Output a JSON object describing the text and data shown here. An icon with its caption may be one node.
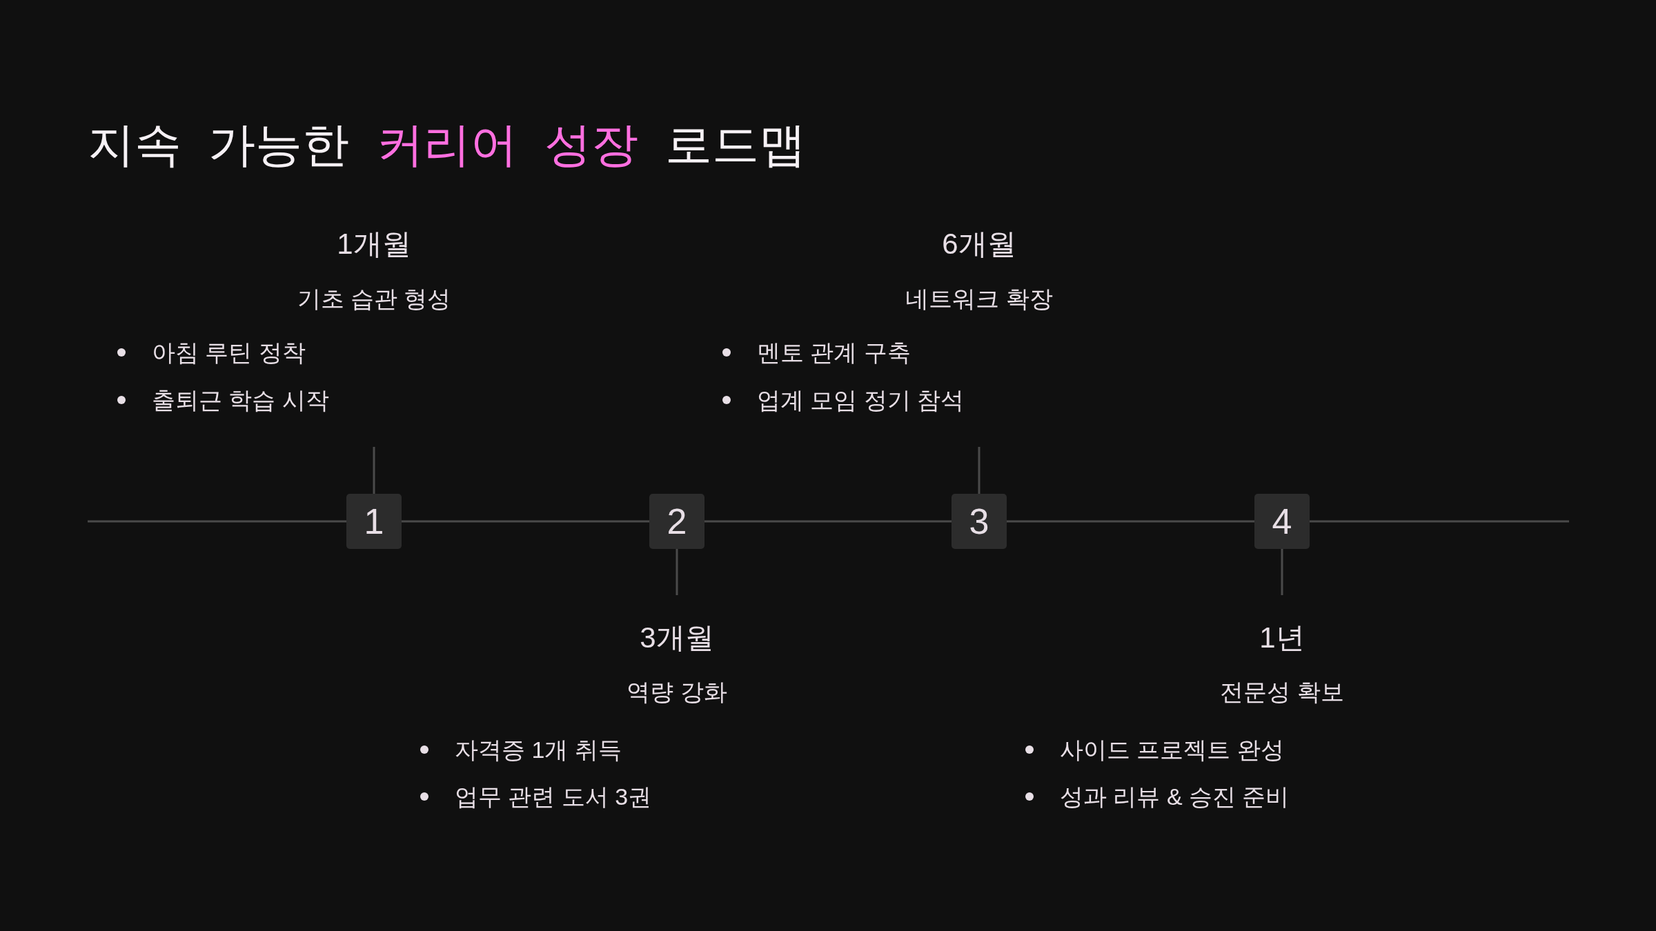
{
  "diagram": {
    "title": "지속 가능한 커리어 성장 로드맵",
    "nodes": [
      {
        "text": [
          "1개월",
          "기초 습관 형성",
          "아침 루틴 정착",
          "출퇴근 학습 시작"
        ]
      },
      {
        "text": [
          "6개월",
          "네트워크 확장",
          "멘토 관계 구축",
          "업계 모임 정기 참석"
        ]
      },
      {
        "text": [
          "1"
        ]
      },
      {
        "text": [
          "2"
        ]
      },
      {
        "text": [
          "3"
        ]
      },
      {
        "text": [
          "4"
        ]
      },
      {
        "text": [
          "3개월",
          "역량 강화",
          "자격증 1개 취득",
          "업무 관련 도서 3권"
        ]
      },
      {
        "text": [
          "1년",
          "전문성 확보",
          "사이드 프로젝트 완성",
          "성과 리뷰 & 승진 준비"
        ]
      }
    ],
    "edges": [
      {
        "from": null,
        "to": 2,
        "arrow": "none"
      },
      {
        "from": 2,
        "to": 3,
        "arrow": "none"
      },
      {
        "from": 3,
        "to": 4,
        "arrow": "none"
      },
      {
        "from": 4,
        "to": 5,
        "arrow": "none"
      },
      {
        "from": 5,
        "to": null,
        "arrow": "none"
      },
      {
        "from": 0,
        "to": 2,
        "arrow": "none"
      },
      {
        "from": 3,
        "to": 6,
        "arrow": "none"
      },
      {
        "from": 1,
        "to": 4,
        "arrow": "none"
      },
      {
        "from": 5,
        "to": 7,
        "arrow": "none"
      }
    ]
  }
}
